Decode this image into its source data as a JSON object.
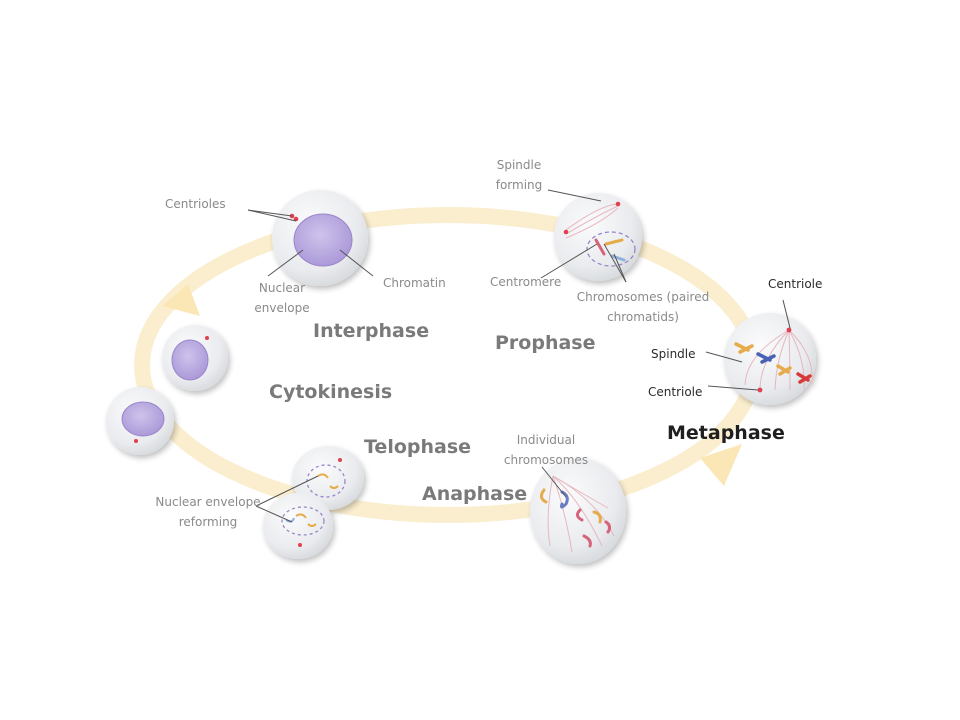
{
  "phases": {
    "interphase": "Interphase",
    "prophase": "Prophase",
    "metaphase": "Metaphase",
    "anaphase": "Anaphase",
    "telophase": "Telophase",
    "cytokinesis": "Cytokinesis"
  },
  "labels": {
    "centrioles": "Centrioles",
    "nuclear_envelope": [
      "Nuclear",
      "envelope"
    ],
    "chromatin": "Chromatin",
    "spindle_forming": [
      "Spindle",
      "forming"
    ],
    "centromere": "Centromere",
    "chromosomes_paired": [
      "Chromosomes (paired",
      "chromatids)"
    ],
    "centriole_top": "Centriole",
    "spindle": "Spindle",
    "centriole_bottom": "Centriole",
    "individual_chromosomes": [
      "Individual",
      "chromosomes"
    ],
    "nuclear_envelope_reforming": [
      "Nuclear envelope",
      "reforming"
    ]
  },
  "colors": {
    "cycle_arrow": "#fbeecf",
    "nucleus": "#b6a6dc",
    "cell_body": "#e9ebee",
    "centriole": "#e0414f",
    "spindle_fiber": "#e7b7bf",
    "active_phase_text": "#1f1f1f",
    "phase_text": "#7a7a7a"
  },
  "icons": [
    "cycle-arrow-icon",
    "cell-icon",
    "nucleus-icon",
    "centriole-icon",
    "chromosome-icon",
    "spindle-fiber-icon"
  ]
}
